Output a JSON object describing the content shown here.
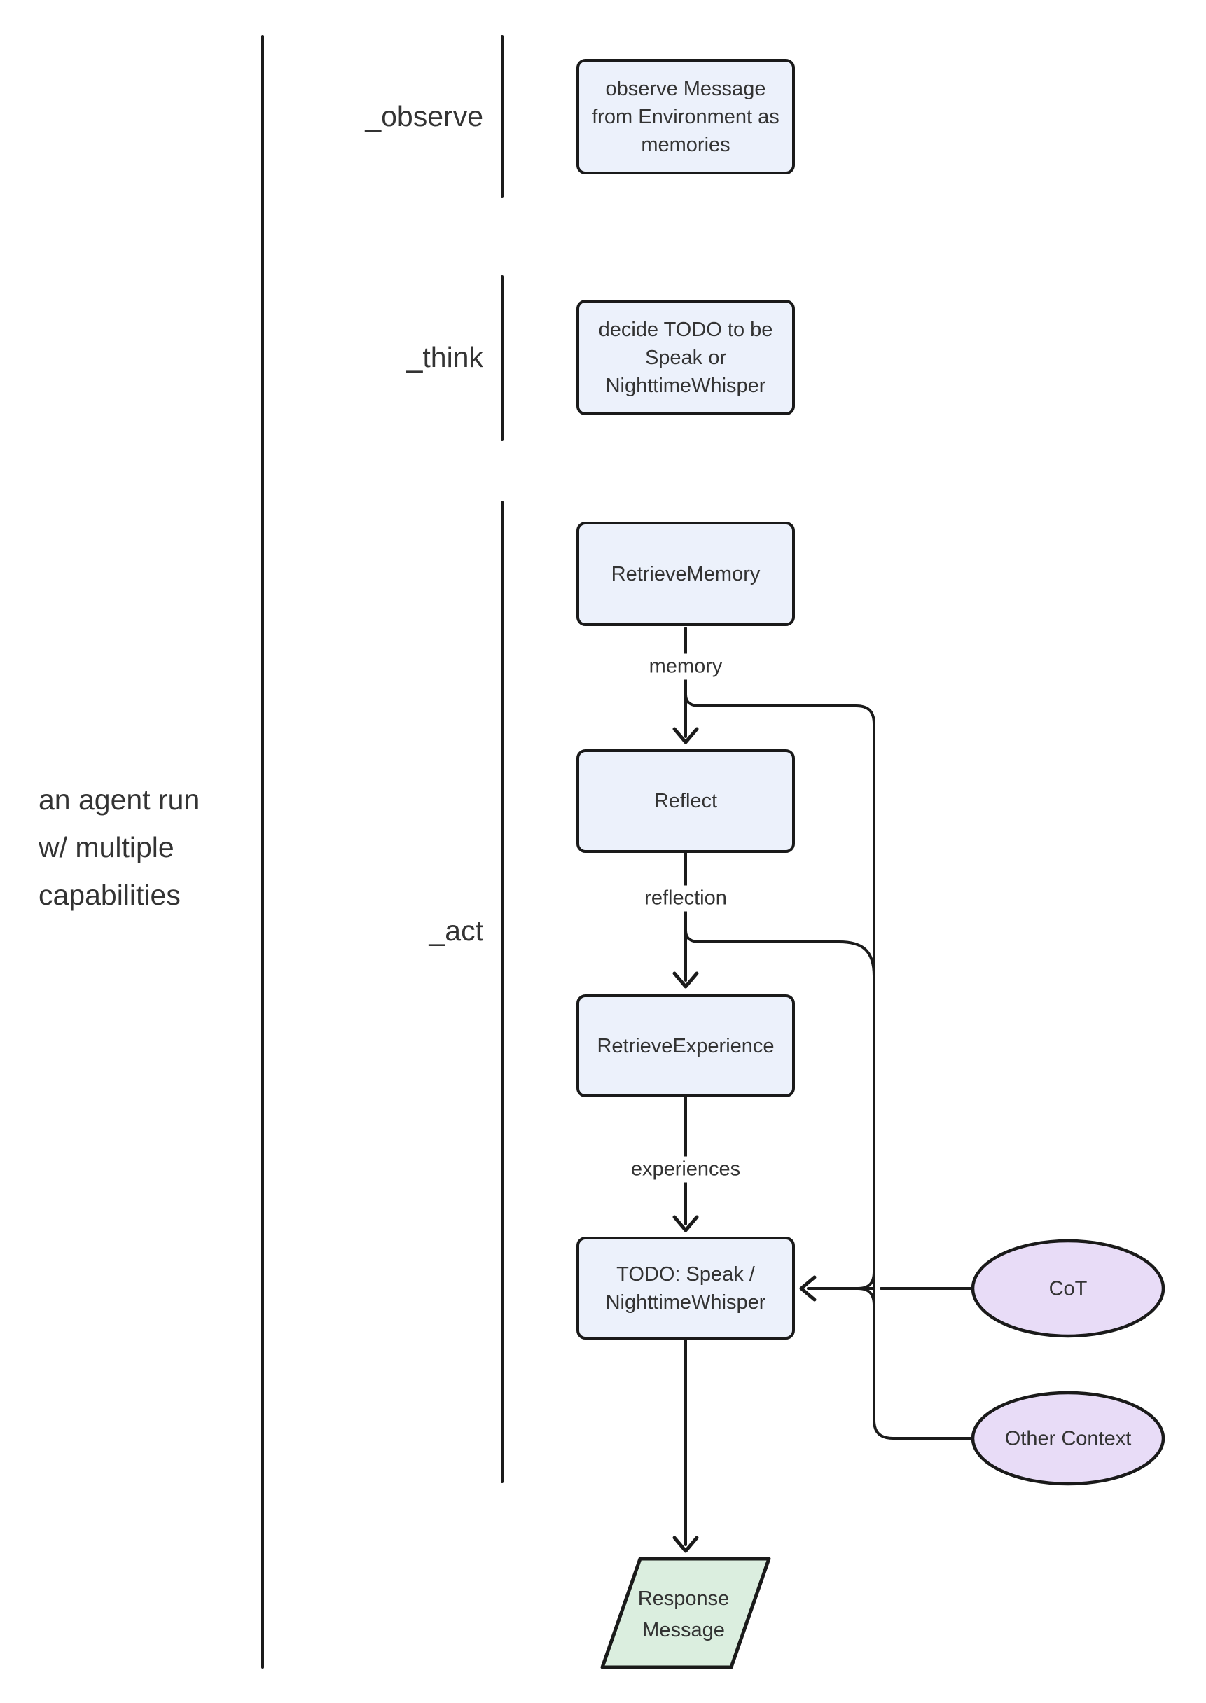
{
  "annotation": {
    "line1": "an agent run",
    "line2": "w/ multiple",
    "line3": "capabilities"
  },
  "sections": {
    "observe": "_observe",
    "think": "_think",
    "act": "_act"
  },
  "nodes": {
    "observe_box": {
      "line1": "observe Message",
      "line2": "from Environment as",
      "line3": "memories"
    },
    "decide_box": {
      "line1": "decide TODO to be",
      "line2": "Speak or",
      "line3": "NighttimeWhisper"
    },
    "retrieve_memory": {
      "label": "RetrieveMemory"
    },
    "reflect": {
      "label": "Reflect"
    },
    "retrieve_experience": {
      "label": "RetrieveExperience"
    },
    "todo": {
      "line1": "TODO: Speak /",
      "line2": "NighttimeWhisper"
    },
    "response": {
      "line1": "Response",
      "line2": "Message"
    },
    "cot": {
      "label": "CoT"
    },
    "other_context": {
      "label": "Other Context"
    }
  },
  "edge_labels": {
    "memory": "memory",
    "reflection": "reflection",
    "experiences": "experiences"
  },
  "colors": {
    "node_fill": "#ECF1FB",
    "node_stroke": "#1A1A1A",
    "ellipse_fill": "#E8DCF7",
    "parallelogram_fill": "#DBEEDF",
    "line": "#1B1B1B",
    "text": "#333333"
  }
}
